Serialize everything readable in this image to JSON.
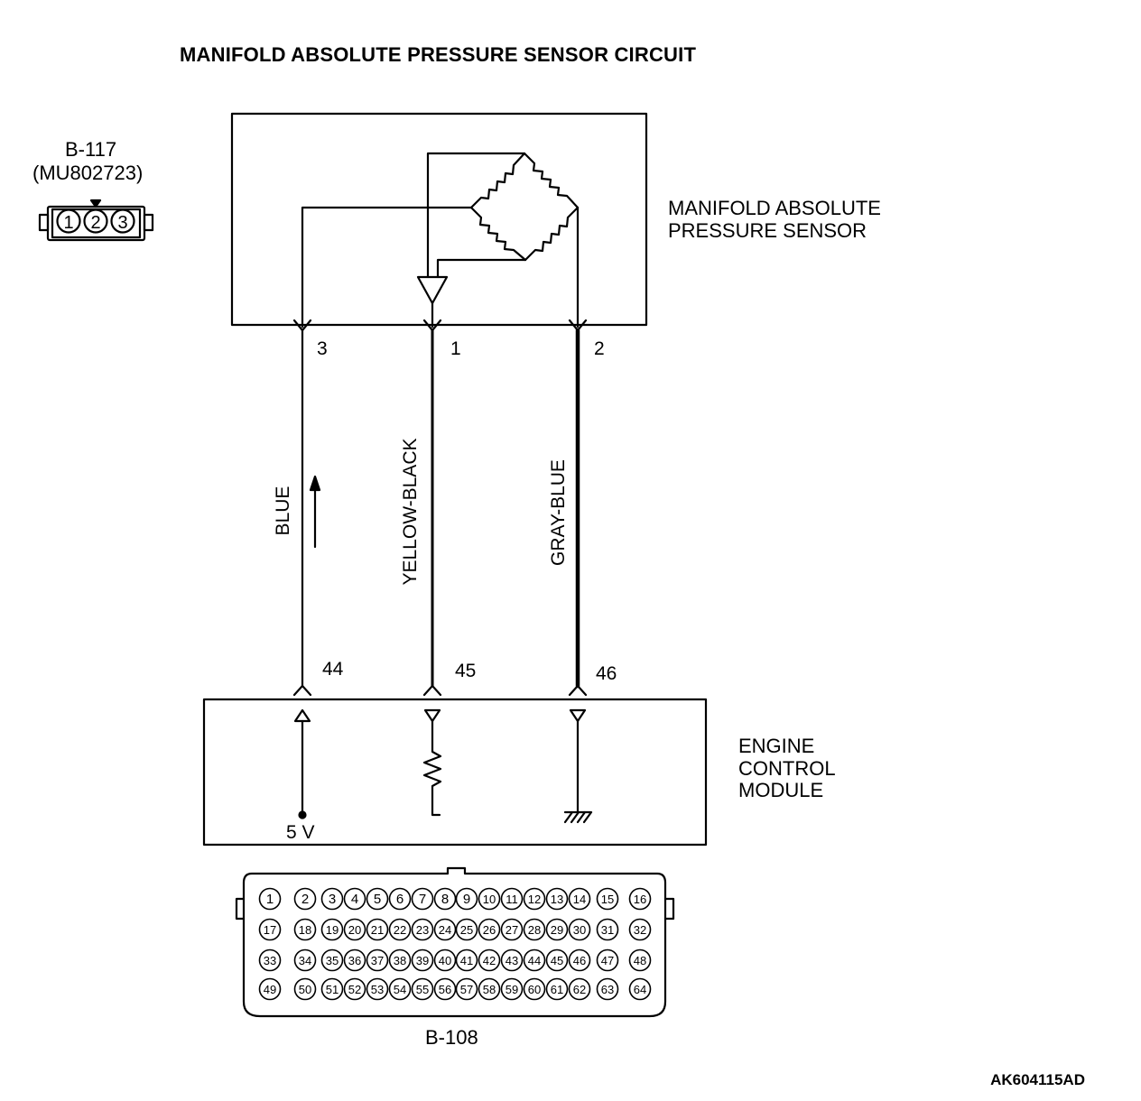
{
  "title": "MANIFOLD ABSOLUTE PRESSURE SENSOR CIRCUIT",
  "sensor_connector": {
    "id": "B-117",
    "part_number": "(MU802723)",
    "pins": [
      "1",
      "2",
      "3"
    ]
  },
  "sensor": {
    "label_line1": "MANIFOLD ABSOLUTE",
    "label_line2": "PRESSURE SENSOR",
    "pins": [
      "3",
      "1",
      "2"
    ]
  },
  "wires": [
    {
      "color": "BLUE",
      "sensor_pin": "3",
      "ecm_pin": "44"
    },
    {
      "color": "YELLOW-BLACK",
      "sensor_pin": "1",
      "ecm_pin": "45"
    },
    {
      "color": "GRAY-BLUE",
      "sensor_pin": "2",
      "ecm_pin": "46"
    }
  ],
  "ecm": {
    "label_line1": "ENGINE",
    "label_line2": "CONTROL",
    "label_line3": "MODULE",
    "supply_label": "5 V"
  },
  "ecm_connector": {
    "id": "B-108",
    "rows": [
      [
        "1",
        "2",
        "3",
        "4",
        "5",
        "6",
        "7",
        "8",
        "9",
        "10",
        "11",
        "12",
        "13",
        "14",
        "15",
        "16"
      ],
      [
        "17",
        "18",
        "19",
        "20",
        "21",
        "22",
        "23",
        "24",
        "25",
        "26",
        "27",
        "28",
        "29",
        "30",
        "31",
        "32"
      ],
      [
        "33",
        "34",
        "35",
        "36",
        "37",
        "38",
        "39",
        "40",
        "41",
        "42",
        "43",
        "44",
        "45",
        "46",
        "47",
        "48"
      ],
      [
        "49",
        "50",
        "51",
        "52",
        "53",
        "54",
        "55",
        "56",
        "57",
        "58",
        "59",
        "60",
        "61",
        "62",
        "63",
        "64"
      ]
    ]
  },
  "figure_id": "AK604115AD"
}
